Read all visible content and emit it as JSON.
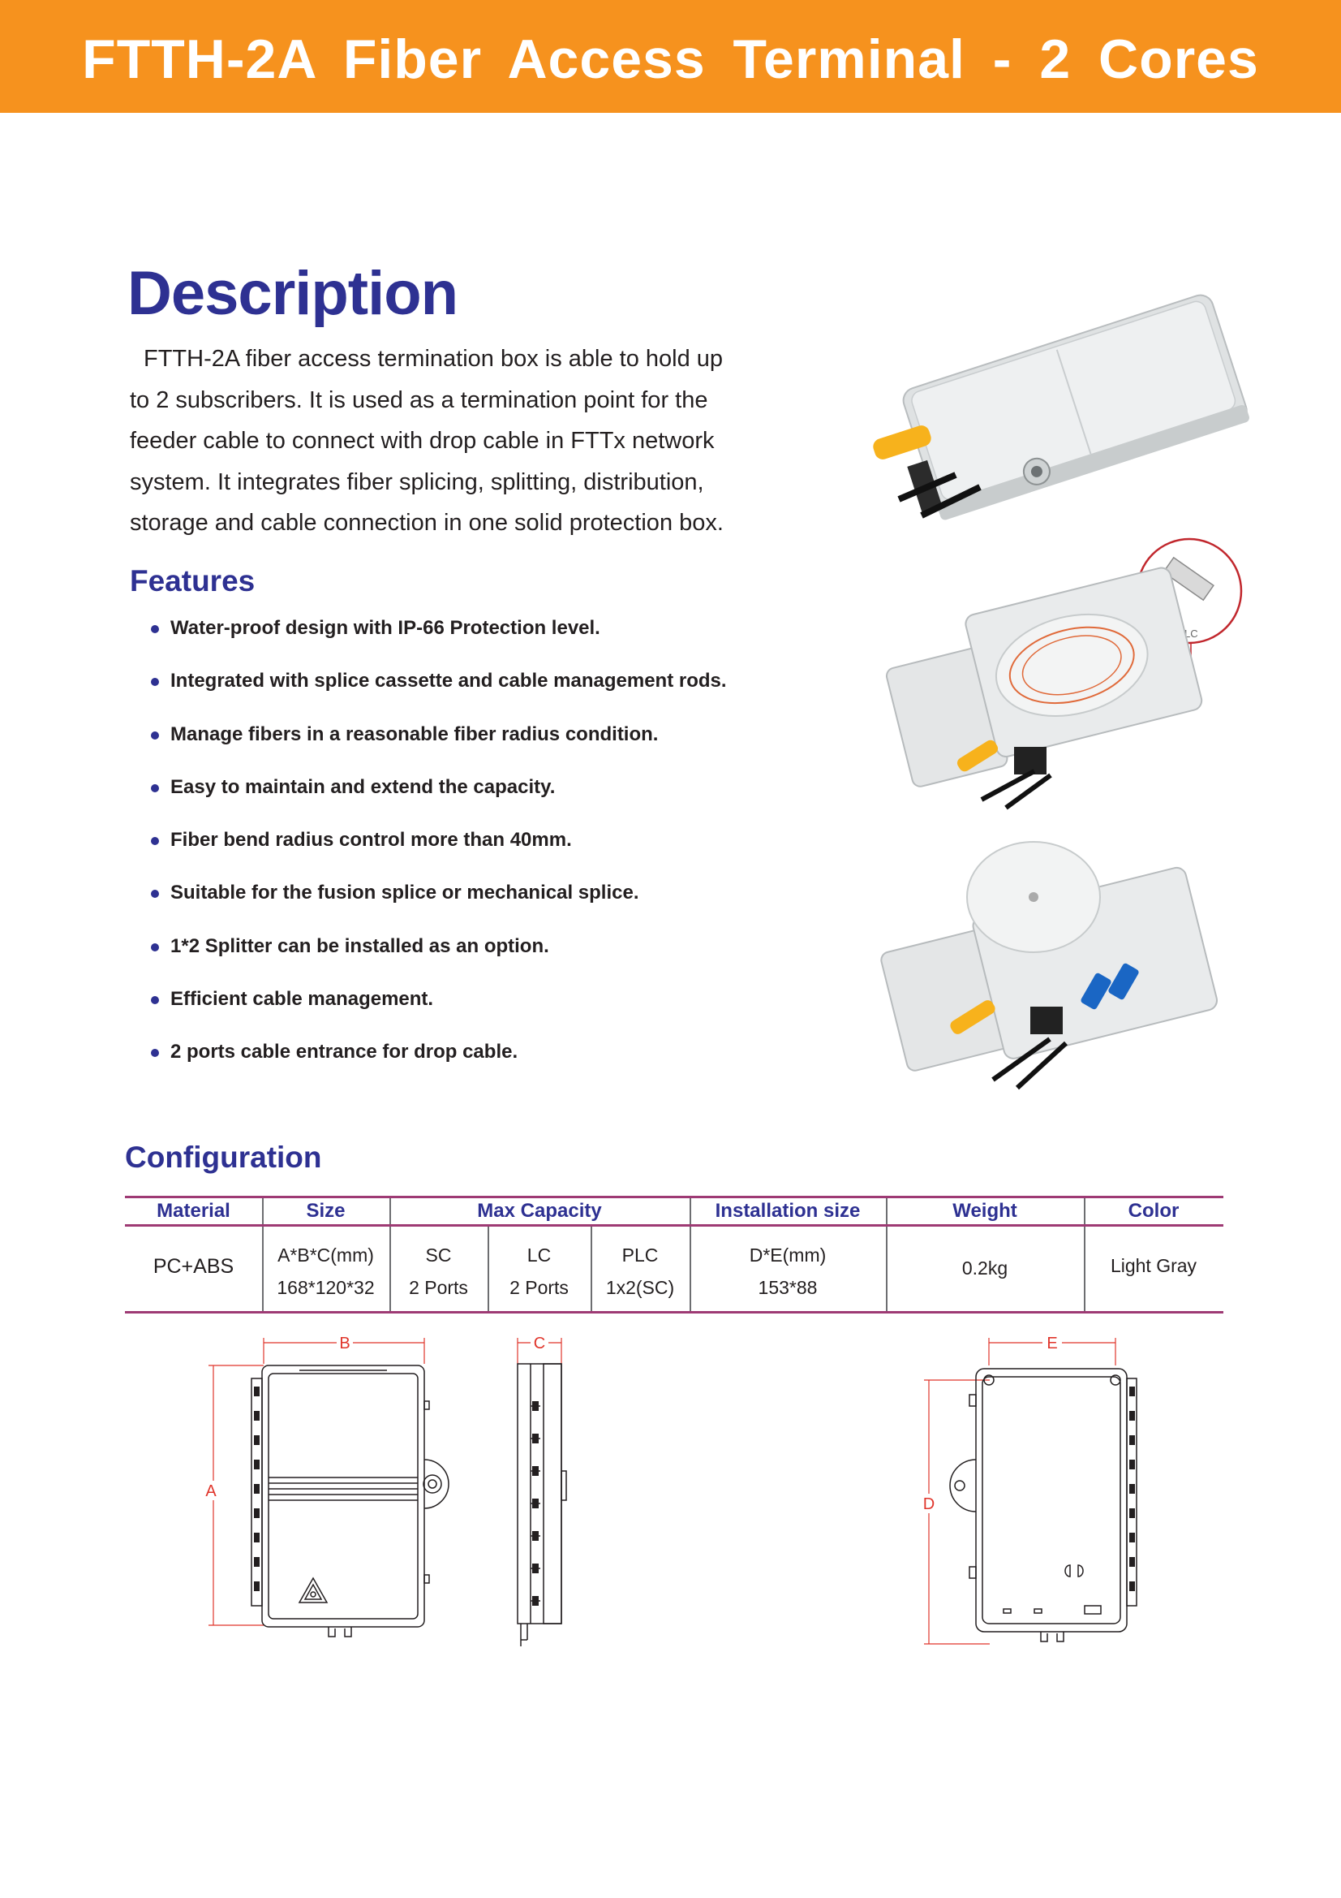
{
  "header": {
    "title": "FTTH-2A  Fiber  Access  Terminal - 2  Cores"
  },
  "description": {
    "heading": "Description",
    "text": "FTTH-2A fiber access termination box is able to hold up to 2 subscribers. It is used as a termination point for the feeder cable to connect with drop cable in FTTx network system. It integrates fiber splicing, splitting, distribution, storage and cable connection in one solid protection box."
  },
  "features": {
    "heading": "Features",
    "items": [
      "Water-proof design with IP-66 Protection level.",
      "Integrated with splice cassette and cable management rods.",
      "Manage fibers in a reasonable fiber radius condition.",
      "Easy to maintain and extend the capacity.",
      "Fiber bend radius control more than 40mm.",
      "Suitable for the fusion splice or mechanical splice.",
      "1*2 Splitter can be installed as an option.",
      "Efficient cable management.",
      "2 ports cable entrance for drop cable."
    ]
  },
  "images": {
    "plc_callout_label": "PLC"
  },
  "configuration": {
    "heading": "Configuration",
    "headers": {
      "material": "Material",
      "size": "Size",
      "max_capacity": "Max Capacity",
      "installation_size": "Installation size",
      "weight": "Weight",
      "color": "Color"
    },
    "row": {
      "material": "PC+ABS",
      "size_unit": "A*B*C(mm)",
      "size_value": "168*120*32",
      "sc_label": "SC",
      "sc_value": "2 Ports",
      "lc_label": "LC",
      "lc_value": "2 Ports",
      "plc_label": "PLC",
      "plc_value": "1x2(SC)",
      "install_unit": "D*E(mm)",
      "install_value": "153*88",
      "weight": "0.2kg",
      "color": "Light Gray"
    }
  },
  "drawings": {
    "dim_a": "A",
    "dim_b": "B",
    "dim_c": "C",
    "dim_d": "D",
    "dim_e": "E"
  },
  "colors": {
    "banner": "#f6921e",
    "heading": "#2e3192",
    "table_rule": "#9e3a74",
    "dimension": "#e0352b"
  }
}
